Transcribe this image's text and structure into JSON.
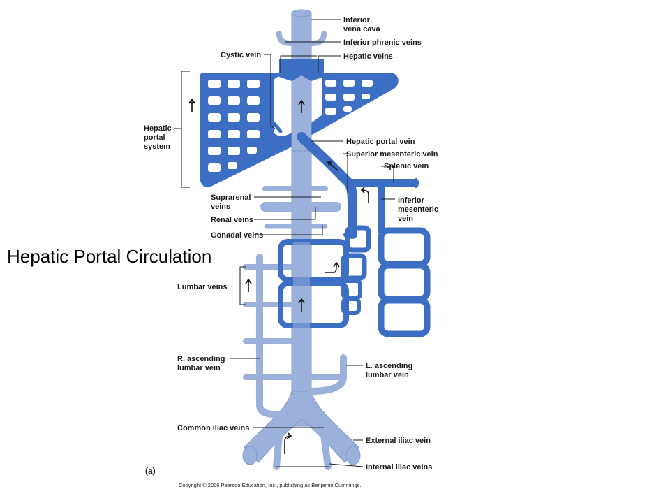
{
  "slide_title": "Hepatic Portal Circulation",
  "panel_letter": "(a)",
  "copyright": "Copyright © 2006 Pearson Education, Inc., publishing as Benjamin Cummings.",
  "labels": {
    "inferior_vena_cava_1": "Inferior",
    "inferior_vena_cava_2": "vena cava",
    "inferior_phrenic_veins": "Inferior phrenic veins",
    "cystic_vein": "Cystic vein",
    "hepatic_veins": "Hepatic veins",
    "hepatic_portal_system_1": "Hepatic",
    "hepatic_portal_system_2": "portal",
    "hepatic_portal_system_3": "system",
    "hepatic_portal_vein": "Hepatic portal vein",
    "superior_mesenteric_vein": "Superior mesenteric vein",
    "splenic_vein": "Splenic vein",
    "inferior_mesenteric_vein_1": "Inferior",
    "inferior_mesenteric_vein_2": "mesenteric",
    "inferior_mesenteric_vein_3": "vein",
    "suprarenal_veins_1": "Suprarenal",
    "suprarenal_veins_2": "veins",
    "renal_veins": "Renal veins",
    "gonadal_veins": "Gonadal veins",
    "lumbar_veins": "Lumbar veins",
    "r_ascending_lumbar_vein_1": "R. ascending",
    "r_ascending_lumbar_vein_2": "lumbar vein",
    "l_ascending_lumbar_vein_1": "L. ascending",
    "l_ascending_lumbar_vein_2": "lumbar vein",
    "common_iliac_veins": "Common iliac veins",
    "external_iliac_vein": "External iliac vein",
    "internal_iliac_veins": "Internal iliac veins"
  },
  "colors": {
    "systemic_vein": "#9bb0db",
    "portal_vein": "#3c6ec4"
  }
}
